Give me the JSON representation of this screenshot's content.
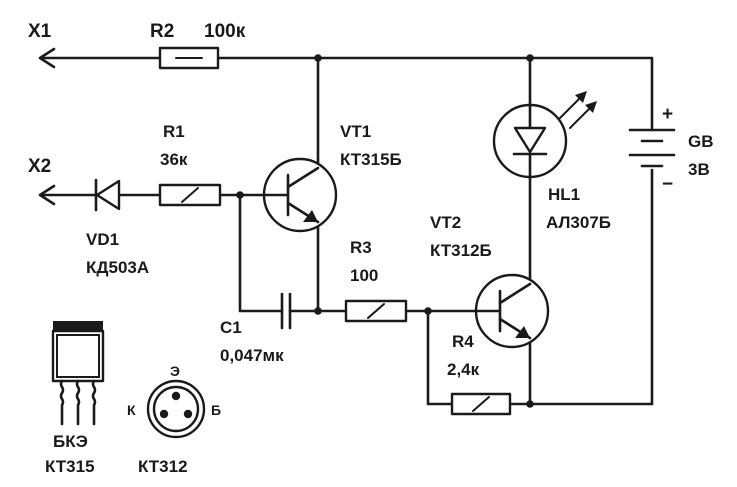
{
  "terminals": {
    "x1": "X1",
    "x2": "X2"
  },
  "r2": {
    "ref": "R2",
    "value": "100к"
  },
  "r1": {
    "ref": "R1",
    "value": "36к"
  },
  "r3": {
    "ref": "R3",
    "value": "100"
  },
  "r4": {
    "ref": "R4",
    "value": "2,4к"
  },
  "vt1": {
    "ref": "VT1",
    "type": "КТ315Б"
  },
  "vt2": {
    "ref": "VT2",
    "type": "КТ312Б"
  },
  "vd1": {
    "ref": "VD1",
    "type": "КД503А"
  },
  "hl1": {
    "ref": "HL1",
    "type": "АЛ307Б"
  },
  "c1": {
    "ref": "C1",
    "value": "0,047мк"
  },
  "gb": {
    "ref": "GB",
    "voltage": "3В",
    "plus": "+",
    "minus": "−"
  },
  "pinout_kt315": {
    "pins": "БКЭ",
    "name": "КТ315"
  },
  "pinout_kt312": {
    "pin_e": "Э",
    "pin_k": "К",
    "pin_b": "Б",
    "name": "КТ312"
  }
}
